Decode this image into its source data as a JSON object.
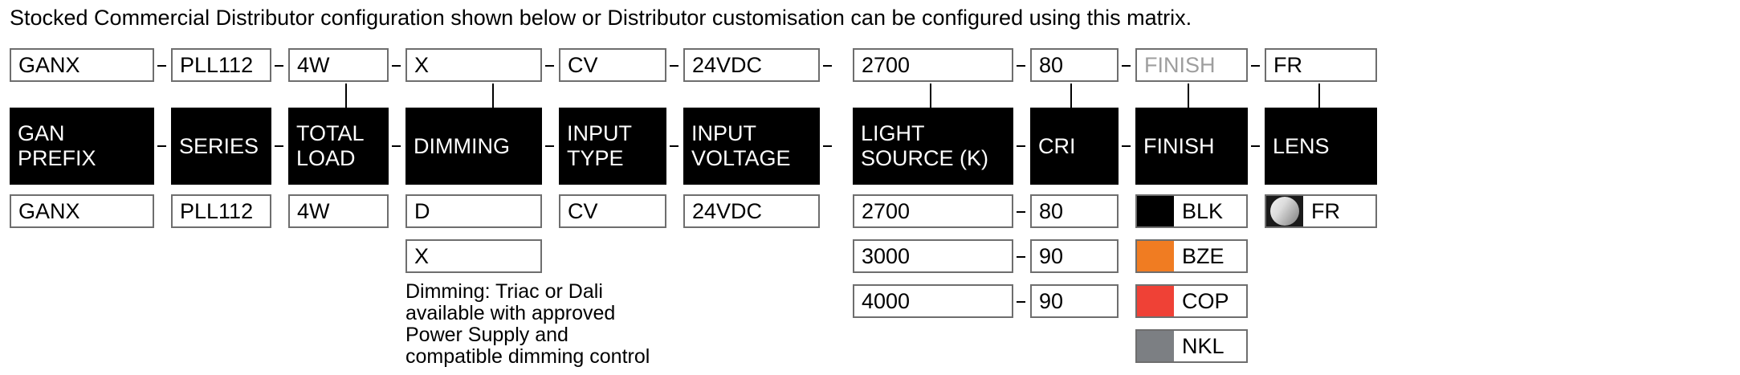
{
  "intro": {
    "text": "Stocked Commercial Distributor configuration shown below or Distributor customisation can be configured using this matrix."
  },
  "separator": {
    "dash": "–"
  },
  "colors": {
    "header_bg": "#000000",
    "header_text": "#ffffff",
    "box_border": "#6e6e6e",
    "placeholder_text": "#9e9e9e",
    "blk": "#000000",
    "bze": "#f07c22",
    "cop": "#ef4136",
    "nkl": "#7c7f83",
    "lens_bg": "#1a1a1a"
  },
  "selected_configuration": {
    "label": "selected-configuration-row",
    "values": [
      {
        "name": "gan-prefix",
        "value": "GANX",
        "placeholder": false
      },
      {
        "name": "series",
        "value": "PLL112",
        "placeholder": false
      },
      {
        "name": "total-load",
        "value": "4W",
        "placeholder": false
      },
      {
        "name": "dimming",
        "value": "X",
        "placeholder": false
      },
      {
        "name": "input-type",
        "value": "CV",
        "placeholder": false
      },
      {
        "name": "input-voltage",
        "value": "24VDC",
        "placeholder": false
      },
      {
        "name": "light-source",
        "value": "2700",
        "placeholder": false
      },
      {
        "name": "cri",
        "value": "80",
        "placeholder": false
      },
      {
        "name": "finish",
        "value": "FINISH",
        "placeholder": true
      },
      {
        "name": "lens",
        "value": "FR",
        "placeholder": false
      }
    ]
  },
  "headers": [
    {
      "name": "gan-prefix",
      "line1": "GAN",
      "line2": "PREFIX"
    },
    {
      "name": "series",
      "line1": "SERIES",
      "line2": ""
    },
    {
      "name": "total-load",
      "line1": "TOTAL",
      "line2": "LOAD"
    },
    {
      "name": "dimming",
      "line1": "DIMMING",
      "line2": ""
    },
    {
      "name": "input-type",
      "line1": "INPUT",
      "line2": "TYPE"
    },
    {
      "name": "input-voltage",
      "line1": "INPUT",
      "line2": "VOLTAGE"
    },
    {
      "name": "light-source",
      "line1": "LIGHT",
      "line2": "SOURCE (K)"
    },
    {
      "name": "cri",
      "line1": "CRI",
      "line2": ""
    },
    {
      "name": "finish",
      "line1": "FINISH",
      "line2": ""
    },
    {
      "name": "lens",
      "line1": "LENS",
      "line2": ""
    }
  ],
  "options": {
    "gan_prefix": [
      "GANX"
    ],
    "series": [
      "PLL112"
    ],
    "total_load": [
      "4W"
    ],
    "dimming": [
      "D",
      "X"
    ],
    "input_type": [
      "CV"
    ],
    "input_voltage": [
      "24VDC"
    ],
    "light_source": [
      "2700",
      "3000",
      "4000"
    ],
    "cri": [
      "80",
      "90",
      "90"
    ],
    "finish": [
      {
        "code": "BLK",
        "color": "#000000"
      },
      {
        "code": "BZE",
        "color": "#f07c22"
      },
      {
        "code": "COP",
        "color": "#ef4136"
      },
      {
        "code": "NKL",
        "color": "#7c7f83"
      }
    ],
    "lens": [
      {
        "code": "FR",
        "icon": "frosted-lens-icon"
      }
    ]
  },
  "notes": {
    "dimming": "Dimming: Triac or Dali\navailable with approved\nPower Supply and\ncompatible dimming control"
  }
}
